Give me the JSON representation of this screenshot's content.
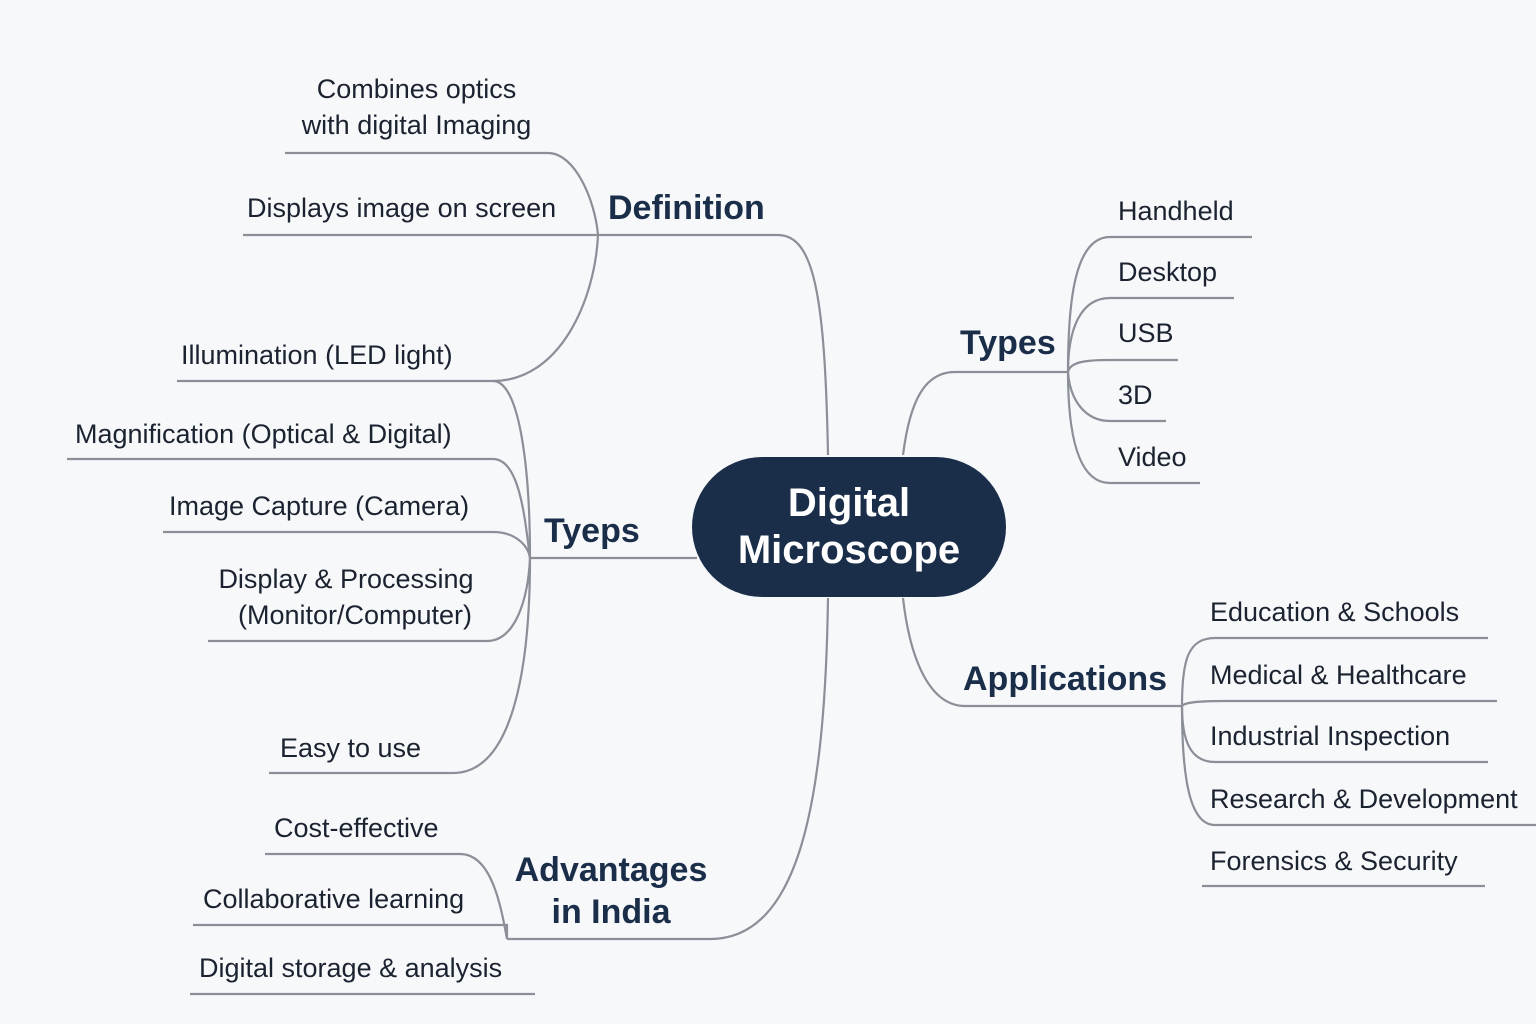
{
  "center": {
    "line1": "Digital",
    "line2": "Microscope"
  },
  "colors": {
    "node": "#1a2e4a",
    "line": "#8a8f98",
    "background": "#f7f8fa"
  },
  "definition": {
    "label": "Definition",
    "items": [
      "Combines optics",
      "with digital Imaging",
      "Displays image on screen"
    ]
  },
  "components": {
    "label": "Tyeps",
    "items": [
      "Illumination (LED light)",
      "Magnification (Optical & Digital)",
      "Image Capture (Camera)",
      "Display & Processing",
      "(Monitor/Computer)",
      "Easy to use"
    ]
  },
  "advantages": {
    "label1": "Advantages",
    "label2": "in India",
    "items": [
      "Cost-effective",
      "Collaborative learning",
      "Digital storage & analysis"
    ]
  },
  "types": {
    "label": "Types",
    "items": [
      "Handheld",
      "Desktop",
      "USB",
      "3D",
      "Video"
    ]
  },
  "applications": {
    "label": "Applications",
    "items": [
      "Education & Schools",
      "Medical & Healthcare",
      "Industrial Inspection",
      "Research & Development",
      "Forensics & Security"
    ]
  }
}
